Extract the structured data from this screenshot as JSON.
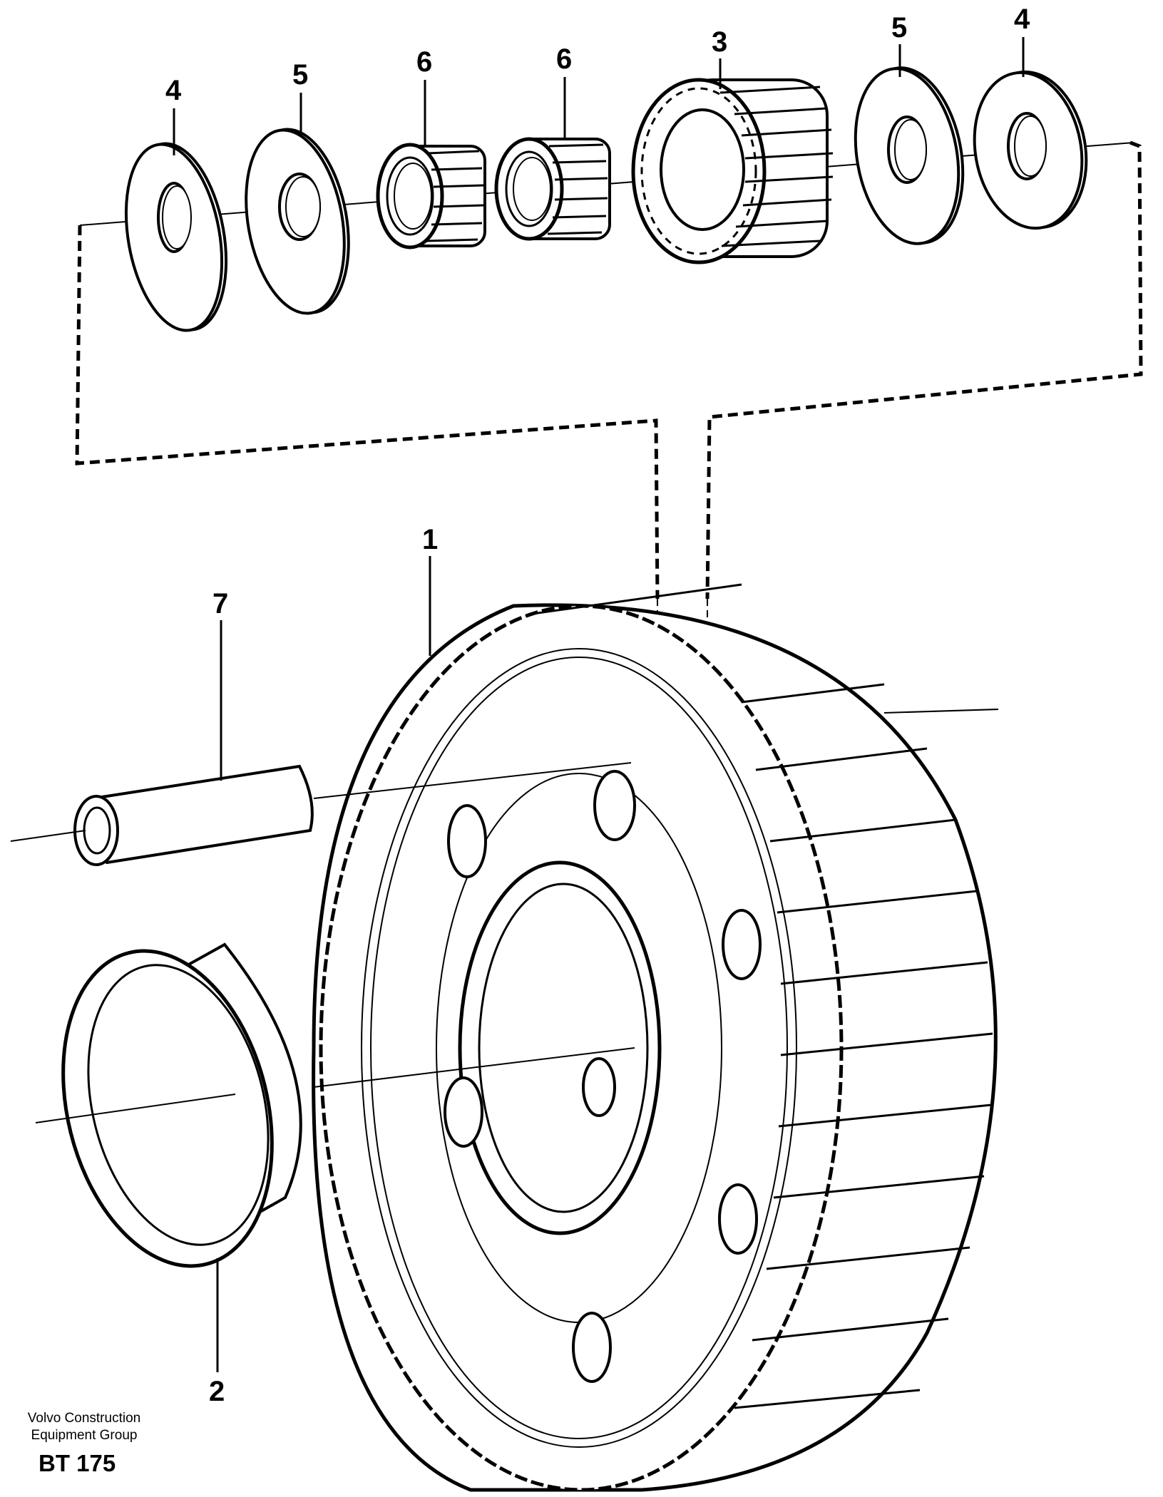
{
  "callouts": {
    "c1": "1",
    "c2": "2",
    "c3": "3",
    "c4_left": "4",
    "c4_right": "4",
    "c5_left": "5",
    "c5_right": "5",
    "c6_left": "6",
    "c6_right": "6",
    "c7": "7"
  },
  "footer": {
    "company_line1": "Volvo Construction",
    "company_line2": "Equipment Group",
    "code": "BT 175"
  },
  "colors": {
    "ink": "#000000",
    "paper": "#ffffff"
  },
  "icons": {
    "washer": "flat-washer-icon",
    "bearing": "needle-roller-bearing-icon",
    "planet_gear": "planet-gear-icon",
    "ring_gear": "gear-carrier-icon",
    "pin": "planet-shaft-icon",
    "sleeve": "sleeve-icon"
  }
}
